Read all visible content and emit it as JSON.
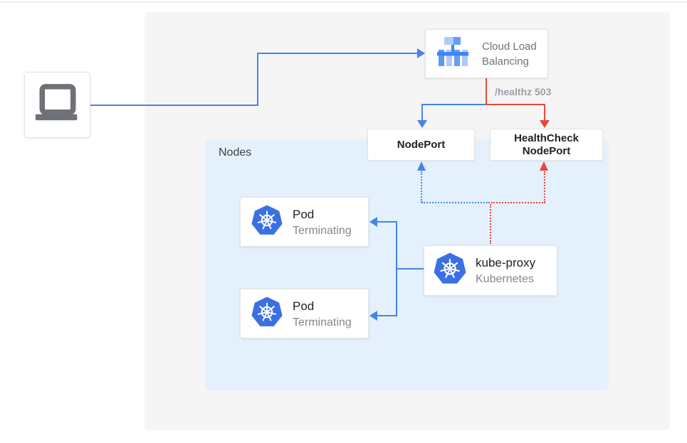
{
  "colors": {
    "connector_blue": "#4683ec",
    "connector_red": "#e8473d",
    "nodes_panel_bg": "#e4f1fc",
    "canvas_bg": "#f5f5f6",
    "kubernetes_blue": "#3a70e2",
    "laptop_gray": "#6e7175",
    "text_primary": "#202124",
    "text_secondary": "#83878c"
  },
  "icons": {
    "laptop": "laptop-icon",
    "load_balancer": "cloud-load-balancing-icon",
    "kubernetes": "kubernetes-icon"
  },
  "nodes_panel": {
    "label": "Nodes"
  },
  "cloud_load_balancing": {
    "label": "Cloud Load Balancing"
  },
  "healthz": {
    "label": "/healthz 503"
  },
  "nodeport": {
    "label": "NodePort"
  },
  "healthcheck_nodeport": {
    "line1": "HealthCheck",
    "line2": "NodePort"
  },
  "pods": [
    {
      "title": "Pod",
      "status": "Terminating"
    },
    {
      "title": "Pod",
      "status": "Terminating"
    }
  ],
  "kube_proxy": {
    "title": "kube-proxy",
    "subtitle": "Kubernetes"
  }
}
